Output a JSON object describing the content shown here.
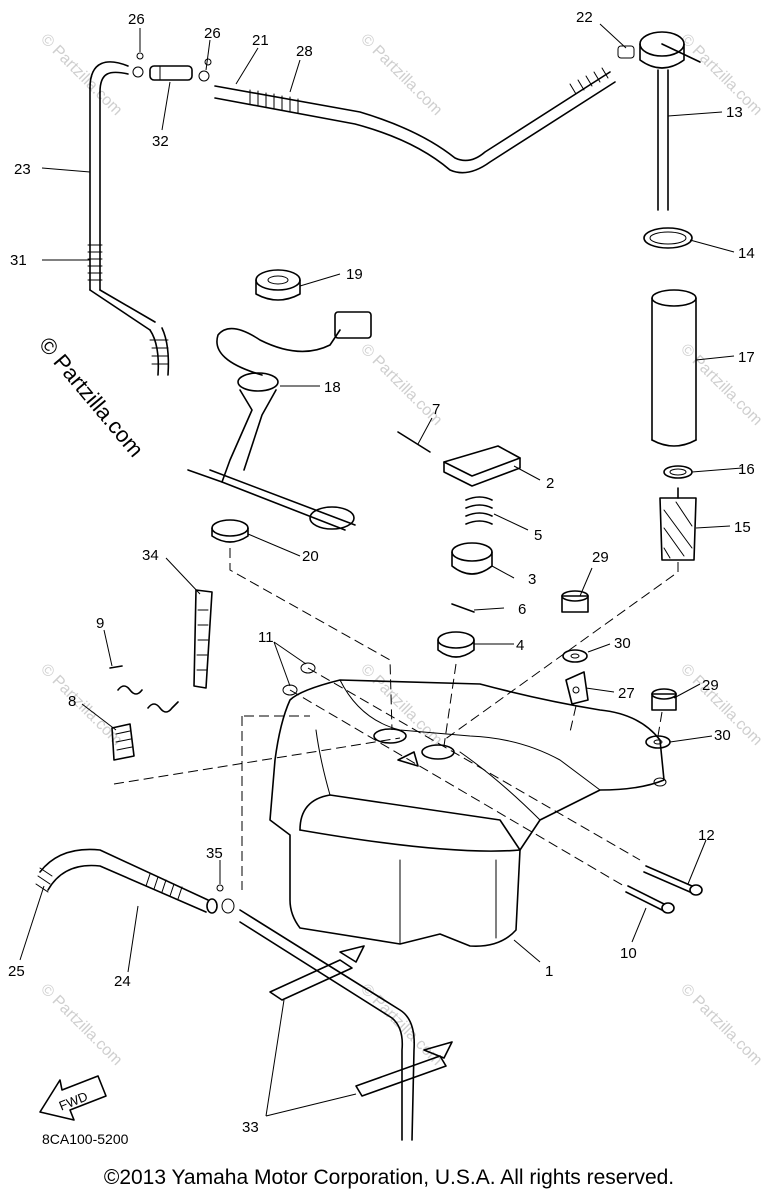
{
  "diagram": {
    "ref_code": "8CA100-5200",
    "copyright": "©2013 Yamaha Motor Corporation, U.S.A. All rights reserved.",
    "watermark_main": "© Partzilla.com",
    "watermark_tile": "© Partzilla.com",
    "fwd_label": "FWD",
    "callouts": [
      "1",
      "2",
      "3",
      "4",
      "5",
      "6",
      "7",
      "8",
      "9",
      "10",
      "11",
      "12",
      "13",
      "14",
      "15",
      "16",
      "17",
      "18",
      "19",
      "20",
      "21",
      "22",
      "23",
      "24",
      "25",
      "26",
      "26",
      "27",
      "28",
      "29",
      "29",
      "30",
      "30",
      "31",
      "32",
      "33",
      "34",
      "35"
    ]
  }
}
